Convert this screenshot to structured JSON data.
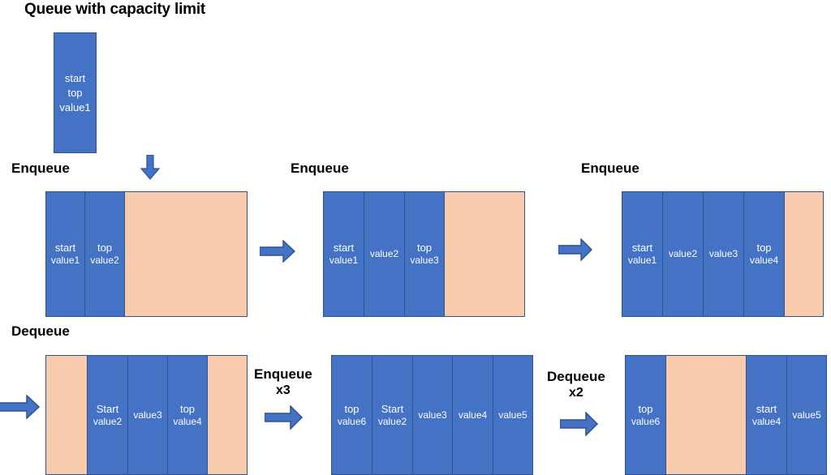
{
  "title": "Queue with capacity limit",
  "colors": {
    "filled": "#4472C4",
    "empty": "#F8CBAD",
    "border": "#2F528F",
    "text": "#FFFFFF",
    "label": "#000000"
  },
  "labels": {
    "enqueue_1": "Enqueue",
    "enqueue_2": "Enqueue",
    "enqueue_3": "Enqueue",
    "dequeue_1": "Dequeue",
    "enqueue_x3": "Enqueue",
    "enqueue_x3_sub": "x3",
    "dequeue_x2": "Dequeue",
    "dequeue_x2_sub": "x2"
  },
  "queues": [
    {
      "id": "queue-initial",
      "capacity": 1,
      "cells": [
        {
          "ptr": "start",
          "ptr2": "top",
          "val": "value1",
          "state": "filled"
        }
      ]
    },
    {
      "id": "queue-step1",
      "capacity": 5,
      "cells": [
        {
          "ptr": "start",
          "val": "value1",
          "state": "filled"
        },
        {
          "ptr": "top",
          "val": "value2",
          "state": "filled"
        },
        {
          "ptr": "",
          "val": "",
          "state": "empty"
        },
        {
          "ptr": "",
          "val": "",
          "state": "empty"
        },
        {
          "ptr": "",
          "val": "",
          "state": "empty"
        }
      ]
    },
    {
      "id": "queue-step2",
      "capacity": 5,
      "cells": [
        {
          "ptr": "start",
          "val": "value1",
          "state": "filled"
        },
        {
          "ptr": "",
          "val": "value2",
          "state": "filled"
        },
        {
          "ptr": "top",
          "val": "value3",
          "state": "filled"
        },
        {
          "ptr": "",
          "val": "",
          "state": "empty"
        },
        {
          "ptr": "",
          "val": "",
          "state": "empty"
        }
      ]
    },
    {
      "id": "queue-step3",
      "capacity": 5,
      "cells": [
        {
          "ptr": "start",
          "val": "value1",
          "state": "filled"
        },
        {
          "ptr": "",
          "val": "value2",
          "state": "filled"
        },
        {
          "ptr": "",
          "val": "value3",
          "state": "filled"
        },
        {
          "ptr": "top",
          "val": "value4",
          "state": "filled"
        },
        {
          "ptr": "",
          "val": "",
          "state": "empty"
        }
      ]
    },
    {
      "id": "queue-step4",
      "capacity": 5,
      "cells": [
        {
          "ptr": "",
          "val": "",
          "state": "empty"
        },
        {
          "ptr": "Start",
          "val": "value2",
          "state": "filled"
        },
        {
          "ptr": "",
          "val": "value3",
          "state": "filled"
        },
        {
          "ptr": "top",
          "val": "value4",
          "state": "filled"
        },
        {
          "ptr": "",
          "val": "",
          "state": "empty"
        }
      ]
    },
    {
      "id": "queue-step5",
      "capacity": 5,
      "cells": [
        {
          "ptr": "top",
          "val": "value6",
          "state": "filled"
        },
        {
          "ptr": "Start",
          "val": "value2",
          "state": "filled"
        },
        {
          "ptr": "",
          "val": "value3",
          "state": "filled"
        },
        {
          "ptr": "",
          "val": "value4",
          "state": "filled"
        },
        {
          "ptr": "",
          "val": "value5",
          "state": "filled"
        }
      ]
    },
    {
      "id": "queue-step6",
      "capacity": 5,
      "cells": [
        {
          "ptr": "top",
          "val": "value6",
          "state": "filled"
        },
        {
          "ptr": "",
          "val": "",
          "state": "empty"
        },
        {
          "ptr": "",
          "val": "",
          "state": "empty"
        },
        {
          "ptr": "start",
          "val": "value4",
          "state": "filled"
        },
        {
          "ptr": "",
          "val": "value5",
          "state": "filled"
        }
      ]
    }
  ],
  "arrows": [
    {
      "id": "arrow-down-1",
      "direction": "down"
    },
    {
      "id": "arrow-right-1",
      "direction": "right"
    },
    {
      "id": "arrow-right-2",
      "direction": "right"
    },
    {
      "id": "arrow-right-3",
      "direction": "right"
    },
    {
      "id": "arrow-right-4",
      "direction": "right"
    },
    {
      "id": "arrow-right-5",
      "direction": "right"
    }
  ]
}
